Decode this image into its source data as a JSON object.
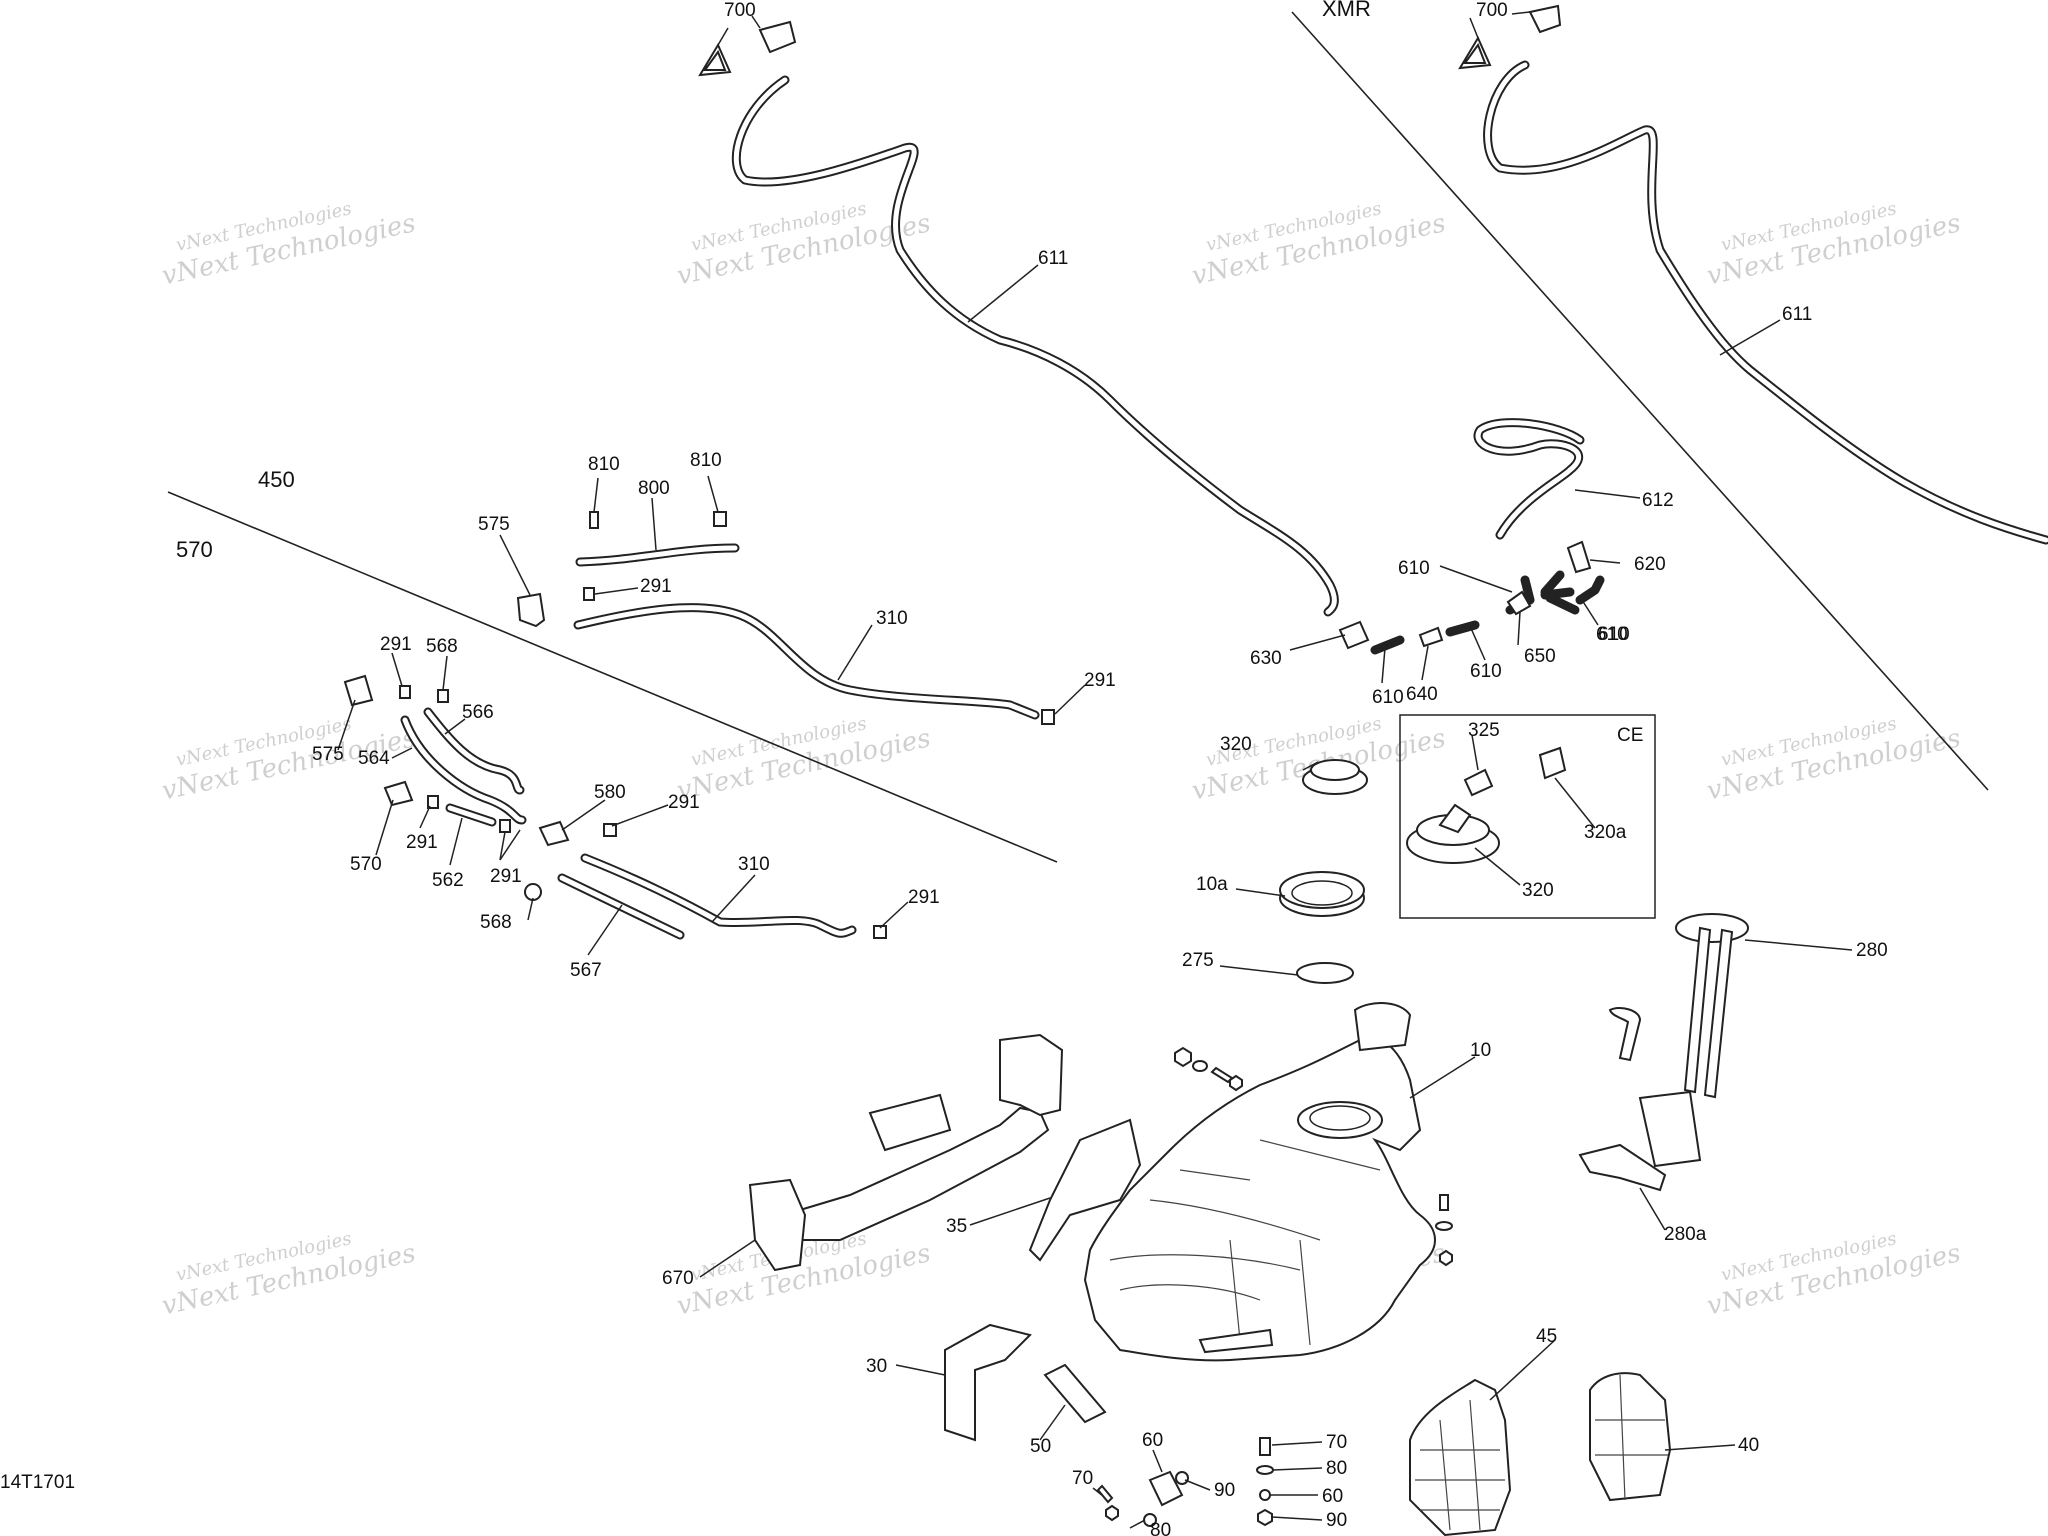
{
  "diagram": {
    "drawing_code": "14T1701",
    "watermark_text": "vNext Technologies",
    "variant_labels": {
      "model_450": "450",
      "model_570": "570",
      "xmr": "XMR",
      "ce": "CE"
    },
    "callouts": [
      "700",
      "700",
      "611",
      "611",
      "612",
      "610",
      "610",
      "610",
      "610",
      "610",
      "620",
      "630",
      "640",
      "650",
      "810",
      "810",
      "800",
      "575",
      "575",
      "291",
      "291",
      "291",
      "291",
      "291",
      "291",
      "291",
      "310",
      "310",
      "568",
      "568",
      "566",
      "564",
      "570",
      "562",
      "580",
      "567",
      "320",
      "325",
      "320a",
      "320",
      "10a",
      "275",
      "280",
      "280a",
      "10",
      "35",
      "670",
      "30",
      "50",
      "45",
      "40",
      "60",
      "60",
      "70",
      "70",
      "80",
      "80",
      "90",
      "90"
    ]
  }
}
